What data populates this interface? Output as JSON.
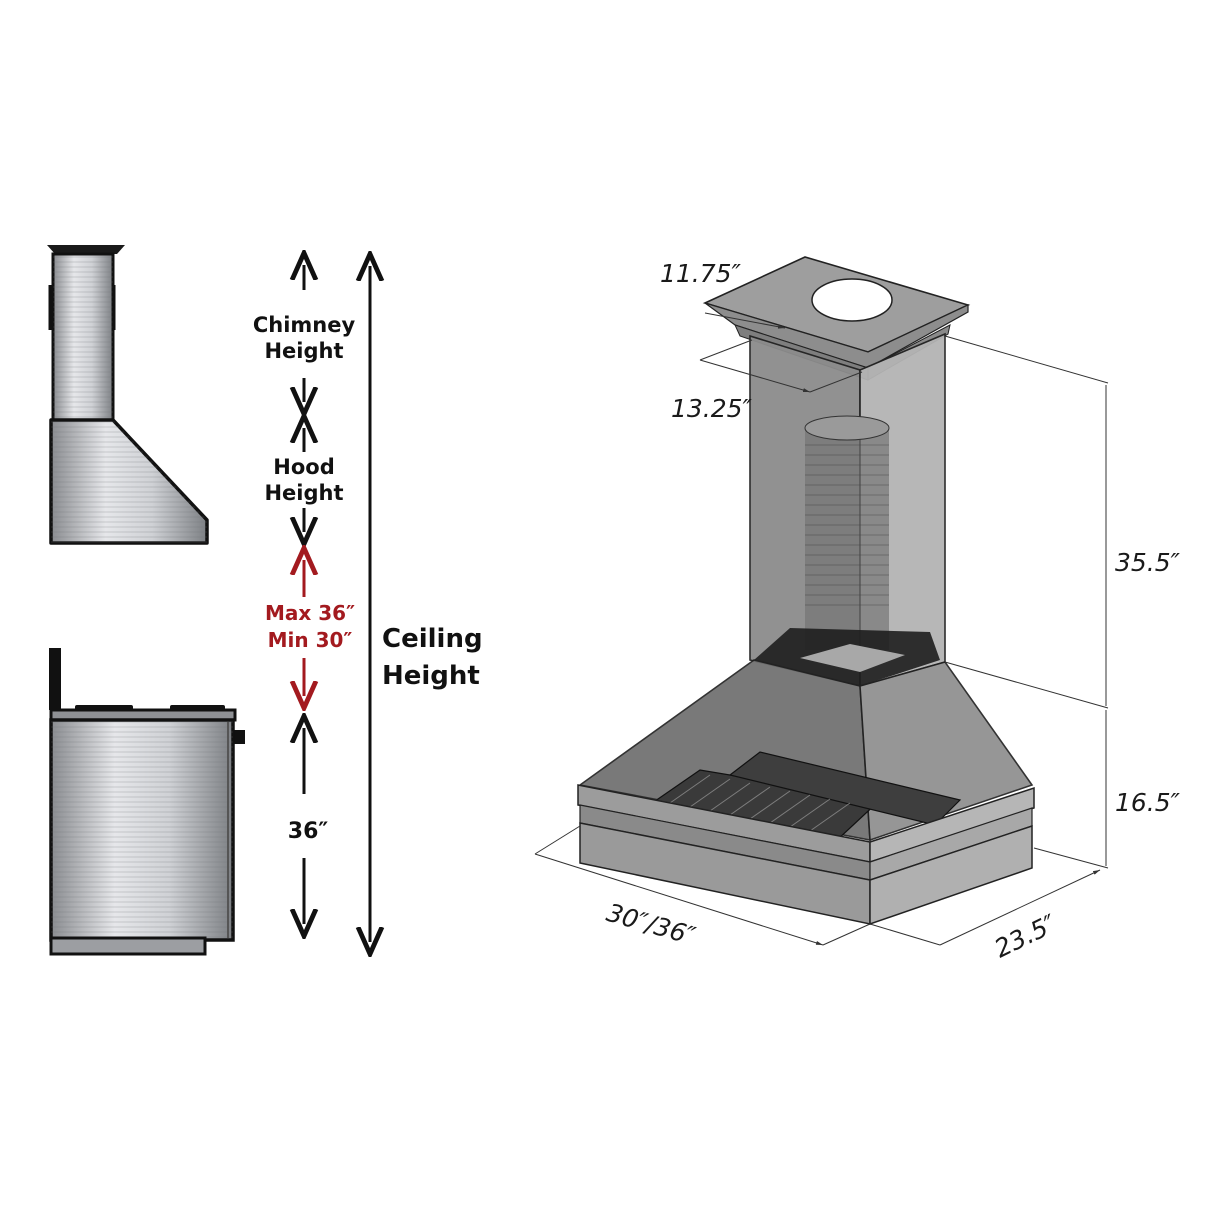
{
  "left_panel": {
    "chimney_label_line1": "Chimney",
    "chimney_label_line2": "Height",
    "hood_label_line1": "Hood",
    "hood_label_line2": "Height",
    "clearance_max": "Max 36″",
    "clearance_min": "Min 30″",
    "counter_height": "36″",
    "ceiling_label_line1": "Ceiling",
    "ceiling_label_line2": "Height",
    "clearance_color": "#a31a1f"
  },
  "right_panel": {
    "top_depth": "11.75″",
    "top_width": "13.25″",
    "chimney_height": "35.5″",
    "hood_height": "16.5″",
    "hood_width": "30″/36″",
    "hood_depth": "23.5″"
  }
}
